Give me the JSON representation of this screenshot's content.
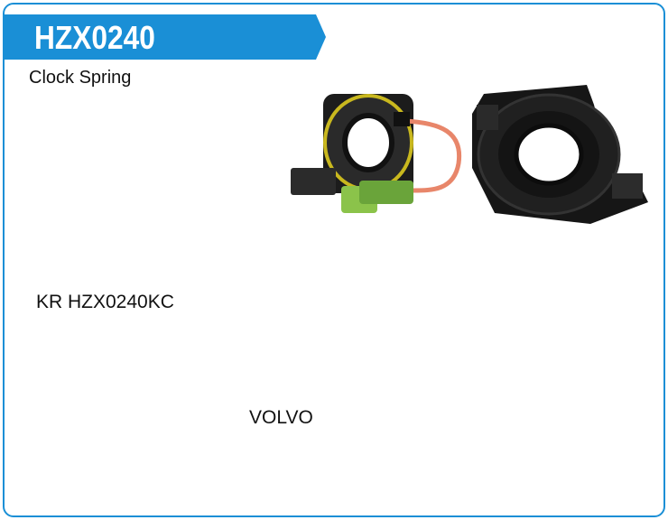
{
  "product": {
    "code": "HZX0240",
    "name": "Clock Spring",
    "cross_reference": "KR HZX0240KC",
    "brand": "VOLVO"
  },
  "colors": {
    "accent": "#1a8fd6",
    "border": "#1a8fd6",
    "text": "#111111"
  }
}
